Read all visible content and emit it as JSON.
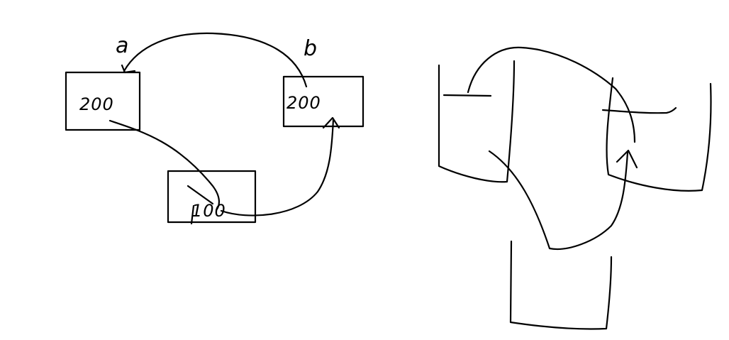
{
  "diagram": {
    "labels": {
      "a": "a",
      "b": "b"
    },
    "boxes": {
      "box_a": "200",
      "box_b": "200",
      "box_c": "100"
    }
  }
}
